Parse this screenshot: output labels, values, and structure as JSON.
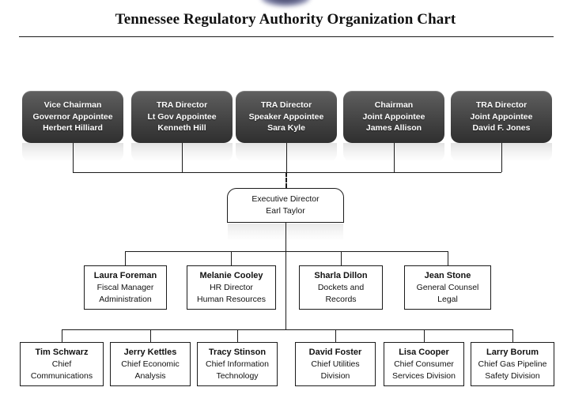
{
  "header": {
    "title": "Tennessee Regulatory Authority Organization Chart",
    "logo_icon": "blurred-seal-logo"
  },
  "chart_data": {
    "type": "diagram",
    "title": "Tennessee Regulatory Authority Organization Chart",
    "levels": 4,
    "commissioners_connector": "solid-bus",
    "executive_connector": "dashed"
  },
  "commissioners": [
    {
      "title": "Vice Chairman",
      "appointment": "Governor Appointee",
      "name": "Herbert Hilliard"
    },
    {
      "title": "TRA Director",
      "appointment": "Lt Gov Appointee",
      "name": "Kenneth Hill"
    },
    {
      "title": "TRA Director",
      "appointment": "Speaker Appointee",
      "name": "Sara Kyle"
    },
    {
      "title": "Chairman",
      "appointment": "Joint Appointee",
      "name": "James Allison"
    },
    {
      "title": "TRA Director",
      "appointment": "Joint Appointee",
      "name": "David F. Jones"
    }
  ],
  "executive": {
    "title": "Executive Director",
    "name": "Earl Taylor"
  },
  "directors": [
    {
      "name": "Laura Foreman",
      "line2": "Fiscal Manager",
      "line3": "Administration"
    },
    {
      "name": "Melanie Cooley",
      "line2": "HR Director",
      "line3": "Human Resources"
    },
    {
      "name": "Sharla Dillon",
      "line2": "Dockets and",
      "line3": "Records"
    },
    {
      "name": "Jean Stone",
      "line2": "General Counsel",
      "line3": "Legal"
    }
  ],
  "chiefs": [
    {
      "name": "Tim Schwarz",
      "line2": "Chief",
      "line3": "Communications"
    },
    {
      "name": "Jerry Kettles",
      "line2": "Chief Economic",
      "line3": "Analysis"
    },
    {
      "name": "Tracy Stinson",
      "line2": "Chief Information",
      "line3": "Technology"
    },
    {
      "name": "David Foster",
      "line2": "Chief Utilities",
      "line3": "Division"
    },
    {
      "name": "Lisa Cooper",
      "line2": "Chief Consumer",
      "line3": "Services Division"
    },
    {
      "name": "Larry Borum",
      "line2": "Chief Gas Pipeline",
      "line3": "Safety Division"
    }
  ]
}
